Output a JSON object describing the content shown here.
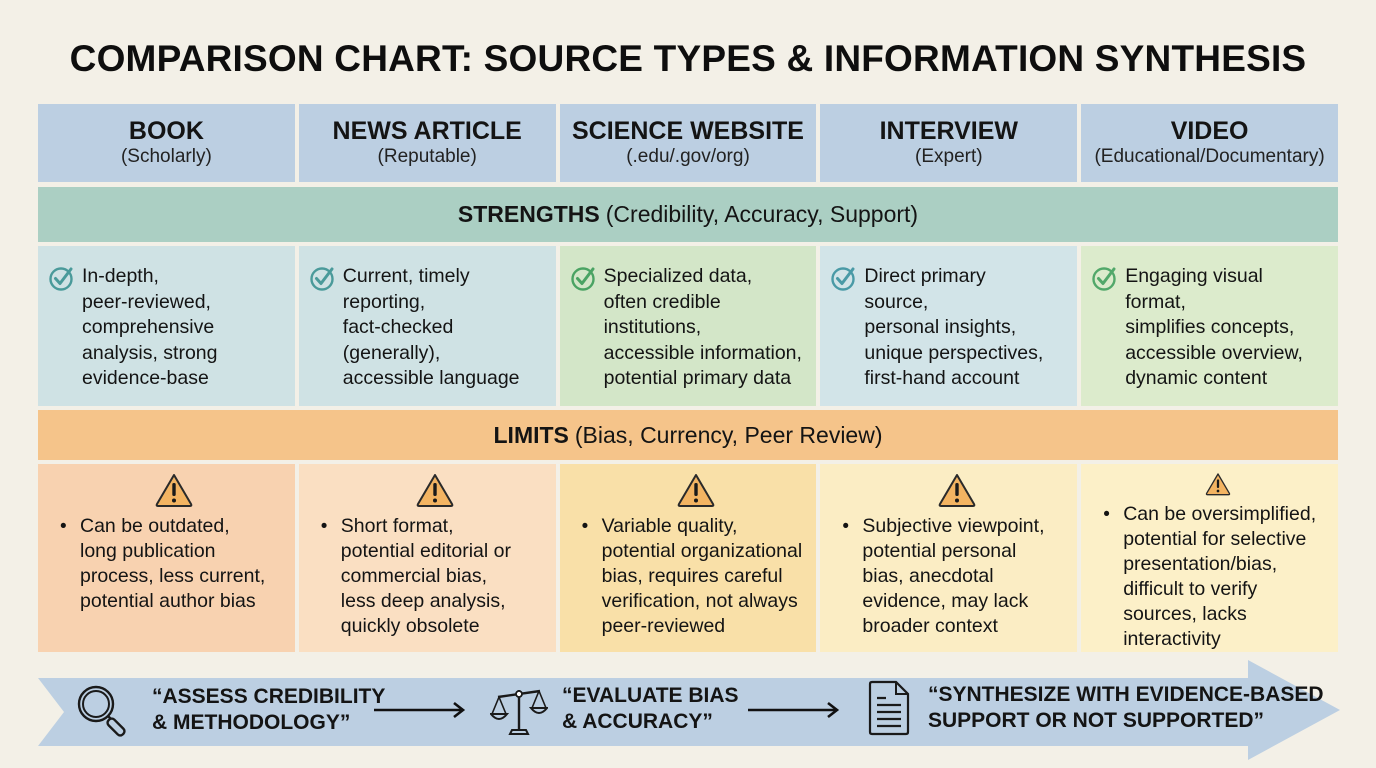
{
  "title": "COMPARISON CHART: SOURCE TYPES & INFORMATION SYNTHESIS",
  "columns": [
    {
      "name": "BOOK",
      "sub": "(Scholarly)"
    },
    {
      "name": "NEWS ARTICLE",
      "sub": "(Reputable)"
    },
    {
      "name": "SCIENCE WEBSITE",
      "sub": "(.edu/.gov/org)"
    },
    {
      "name": "INTERVIEW",
      "sub": "(Expert)"
    },
    {
      "name": "VIDEO",
      "sub": "(Educational/Documentary)"
    }
  ],
  "strengths": {
    "heading_bold": "STRENGTHS",
    "heading_rest": "(Credibility, Accuracy, Support)",
    "icon": "check-circle-icon",
    "cells": [
      {
        "text": "In-depth,\npeer-reviewed,\ncomprehensive\nanalysis, strong\nevidence-base",
        "bg": "#cfe2e4",
        "icon_color": "#4a9a9a"
      },
      {
        "text": "Current, timely\nreporting,\nfact-checked\n(generally),\naccessible language",
        "bg": "#cfe2e4",
        "icon_color": "#4a9a9a"
      },
      {
        "text": "Specialized data,\noften credible\ninstitutions,\naccessible information,\npotential primary data",
        "bg": "#d3e6c8",
        "icon_color": "#4aa363"
      },
      {
        "text": "Direct primary\nsource,\npersonal insights,\nunique perspectives,\nfirst-hand account",
        "bg": "#d2e4e8",
        "icon_color": "#4a9aa6"
      },
      {
        "text": "Engaging visual\nformat,\nsimplifies concepts,\naccessible overview,\ndynamic content",
        "bg": "#dcebcc",
        "icon_color": "#52a86a"
      }
    ]
  },
  "limits": {
    "heading_bold": "LIMITS",
    "heading_rest": "(Bias, Currency, Peer Review)",
    "icon": "warning-triangle-icon",
    "bullet": "•",
    "cells": [
      {
        "text": "Can be outdated,\nlong publication\nprocess, less current,\npotential author bias",
        "bg": "#f8d2b0"
      },
      {
        "text": "Short format,\npotential editorial or\ncommercial bias,\nless deep analysis,\nquickly obsolete",
        "bg": "#fadfc2"
      },
      {
        "text": "Variable quality,\npotential organizational\nbias, requires careful\nverification, not always\npeer-reviewed",
        "bg": "#f9e0a8"
      },
      {
        "text": "Subjective viewpoint,\npotential personal\nbias, anecdotal\nevidence, may lack\nbroader context",
        "bg": "#fbedc4"
      },
      {
        "text": "Can be oversimplified,\npotential for selective\npresentation/bias,\ndifficult to verify\nsources, lacks\ninteractivity",
        "bg": "#fcf0c8"
      }
    ]
  },
  "flow": {
    "steps": [
      {
        "icon": "magnifier-icon",
        "label": "“ASSESS CREDIBILITY\n& METHODOLOGY”"
      },
      {
        "icon": "scales-icon",
        "label": "“EVALUATE BIAS\n& ACCURACY”"
      },
      {
        "icon": "document-icon",
        "label": "“SYNTHESIZE WITH EVIDENCE-BASED\nSUPPORT OR NOT SUPPORTED”"
      }
    ],
    "color": "#bccfe2"
  }
}
